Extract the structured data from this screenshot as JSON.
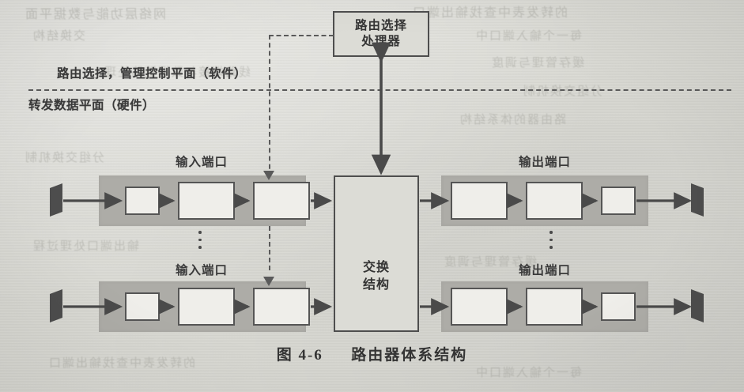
{
  "figure": {
    "caption_number": "图 4-6",
    "caption_title": "路由器体系结构"
  },
  "planes": {
    "control_plane_label": "路由选择，管理控制平面（软件）",
    "data_plane_label": "转发数据平面（硬件）"
  },
  "processor": {
    "label_line1": "路由选择",
    "label_line2": "处理器"
  },
  "fabric": {
    "label_line1": "交换",
    "label_line2": "结构"
  },
  "ports": {
    "input_label": "输入端口",
    "output_label": "输出端口"
  },
  "rows": [
    {
      "input_label": "输入端口",
      "output_label": "输出端口"
    },
    {
      "input_label": "输入端口",
      "output_label": "输出端口"
    }
  ],
  "colors": {
    "page_background": "#d8d8d3",
    "port_band": "#adaca7",
    "box_fill": "#efeeea",
    "stroke": "#4e4e4e",
    "text": "#343434"
  },
  "ghost": {
    "g1": "网络层功能与数据平面",
    "g2": "的转发表中查找输出端口",
    "g3": "每一个输入端口中",
    "g4": "交换结构",
    "g5": "缓存管理与调度",
    "g6": "路由器的体系结构",
    "g7": "分组交换机制",
    "g8": "线路端接与数据链路处理",
    "g9": "输出端口处理过程"
  }
}
